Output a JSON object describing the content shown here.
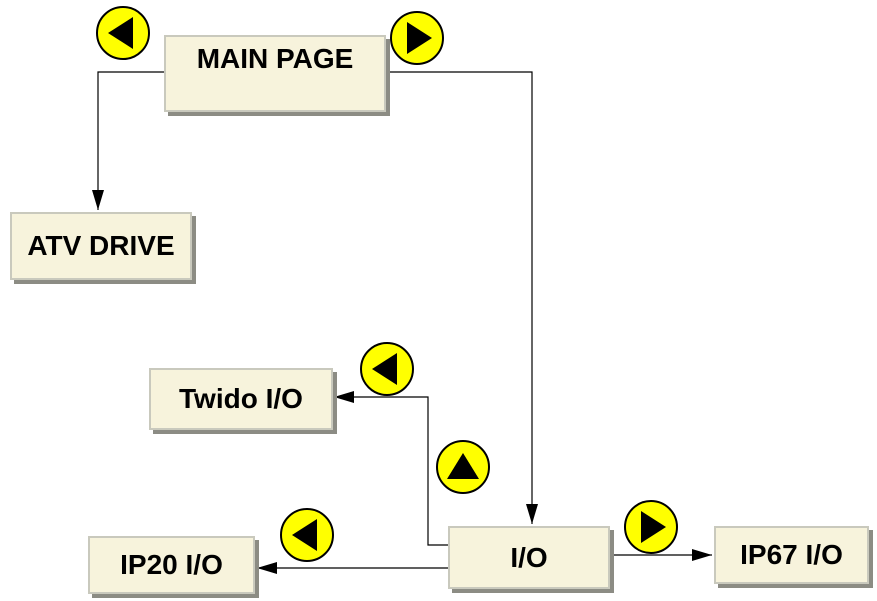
{
  "colors": {
    "node_fill": "#f7f3dc",
    "node_border": "#c9c9bd",
    "node_shadow": "#8c8c84",
    "button_fill": "#ffff00",
    "arrow": "#000000"
  },
  "nodes": {
    "main_page": "MAIN PAGE",
    "atv_drive": "ATV DRIVE",
    "twido_io": "Twido I/O",
    "io": "I/O",
    "ip20_io": "IP20 I/O",
    "ip67_io": "IP67 I/O"
  },
  "buttons": {
    "main_prev": "left-arrow-icon",
    "main_next": "right-arrow-icon",
    "twido_back": "left-arrow-icon",
    "io_up": "up-arrow-icon",
    "ip20_back": "left-arrow-icon",
    "ip67_next": "right-arrow-icon"
  },
  "connections": [
    {
      "from": "MAIN PAGE",
      "to": "ATV DRIVE"
    },
    {
      "from": "MAIN PAGE",
      "to": "I/O"
    },
    {
      "from": "I/O",
      "to": "Twido I/O"
    },
    {
      "from": "I/O",
      "to": "IP20 I/O"
    },
    {
      "from": "I/O",
      "to": "IP67 I/O"
    }
  ]
}
